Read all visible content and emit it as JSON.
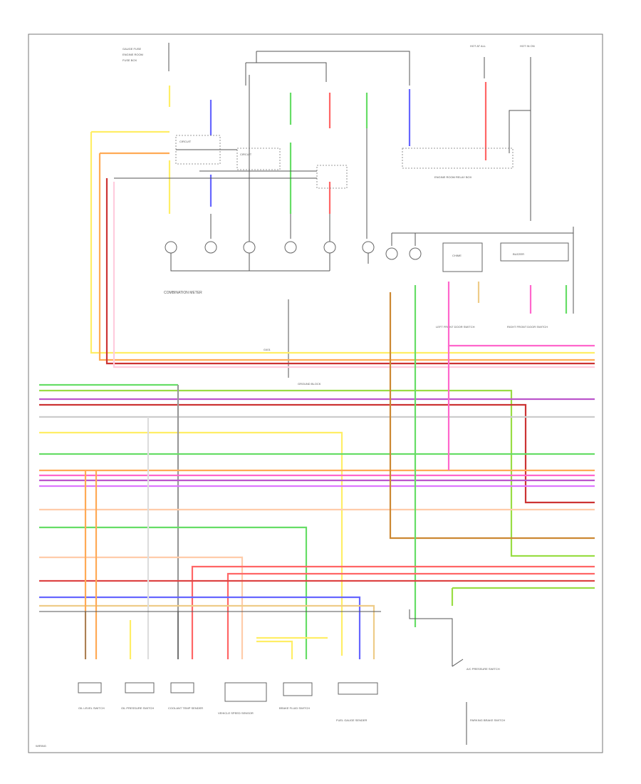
{
  "diagram": {
    "footer_code": "WIRING",
    "components": {
      "combination_meter": "COMBINATION METER",
      "engine_room_fuse_box": "ENGINE ROOM FUSE BOX",
      "engine_room_relay_box": "ENGINE ROOM RELAY BOX",
      "ground_block": "GROUND BLOCK",
      "left_front_door_switch": "LEFT FRONT DOOR SWITCH",
      "right_front_door_switch": "RIGHT FRONT DOOR SWITCH",
      "oil_level_switch": "OIL LEVEL SWITCH",
      "oil_pressure_switch": "OIL PRESSURE SWITCH",
      "coolant_temp_sender": "COOLANT TEMP SENDER",
      "vehicle_speed_sensor": "VEHICLE SPEED SENSOR",
      "brake_fluid_switch": "BRAKE FLUID SWITCH",
      "parking_brake_switch": "PARKING BRAKE SWITCH",
      "fuel_gauge_sender": "FUEL GAUGE SENDER",
      "ac_pressure_switch": "A/C PRESSURE SWITCH"
    },
    "wire_colors": {
      "yellow": "#ffee66",
      "orange": "#ffaa55",
      "red": "#ff6666",
      "green": "#66dd66",
      "blue": "#6666ff",
      "purple": "#bb55cc",
      "pink": "#ff66cc",
      "violet": "#dd77ff",
      "brown": "#cc8833",
      "dark_red": "#cc3333",
      "lime": "#99dd44",
      "gray": "#999999",
      "black": "#555555",
      "tan": "#eecc88",
      "light_orange": "#ffcc99"
    }
  }
}
